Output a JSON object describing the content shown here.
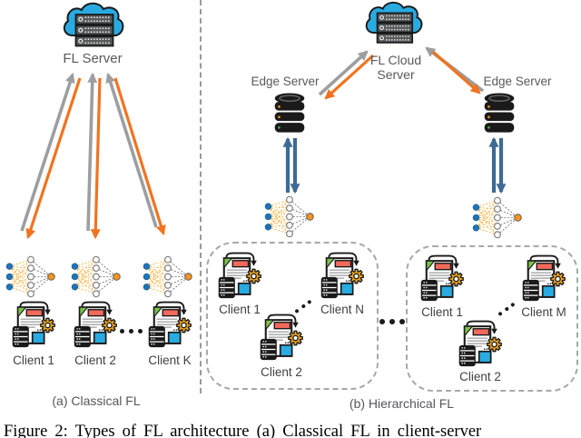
{
  "panel_a": {
    "server_label": "FL Server",
    "client_labels": [
      "Client 1",
      "Client 2",
      "Client K"
    ],
    "caption": "(a) Classical FL"
  },
  "panel_b": {
    "cloud_label_line1": "FL Cloud",
    "cloud_label_line2": "Server",
    "edge_server_left": "Edge Server",
    "edge_server_right": "Edge Server",
    "cluster_left_clients": [
      "Client 1",
      "Client N",
      "Client 2"
    ],
    "cluster_right_clients": [
      "Client 1",
      "Client M",
      "Client 2"
    ],
    "caption": "(b) Hierarchical FL"
  },
  "figure_caption": "Figure 2: Types of FL architecture (a) Classical FL in client-server",
  "icons": [
    "cloud-server-icon",
    "database-icon",
    "neural-network-icon",
    "client-device-icon",
    "gear-icon",
    "upload-arrow",
    "download-arrow",
    "sync-arrows"
  ],
  "colors": {
    "cloud_blue": "#29ABE2",
    "orange": "#F1731F",
    "gray_arrow": "#9C9EA1",
    "steel_blue": "#3E6A96",
    "gear_gold": "#F5A81C",
    "doc_red": "#F2695C",
    "fold_green": "#7CC24A",
    "node_blue": "#1C75BC"
  }
}
